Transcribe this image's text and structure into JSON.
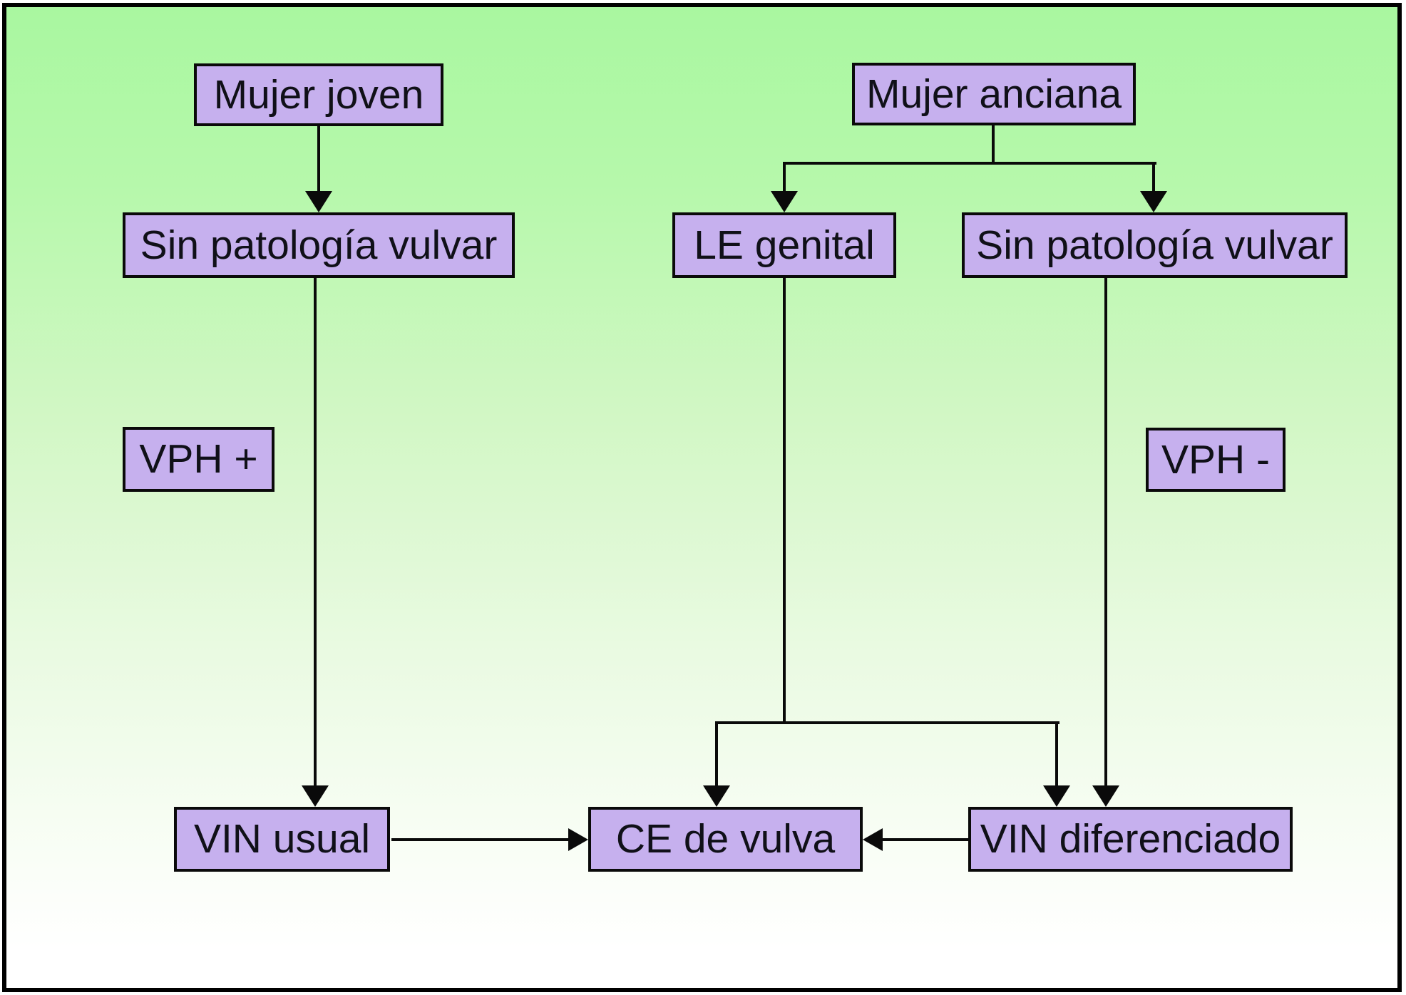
{
  "diagram": {
    "nodes": {
      "mujer_joven": {
        "label": "Mujer joven"
      },
      "mujer_anciana": {
        "label": "Mujer anciana"
      },
      "sin_patologia_joven": {
        "label": "Sin patología vulvar"
      },
      "le_genital": {
        "label": "LE genital"
      },
      "sin_patologia_anciana": {
        "label": "Sin patología vulvar"
      },
      "vph_positivo": {
        "label": "VPH +"
      },
      "vph_negativo": {
        "label": "VPH -"
      },
      "vin_usual": {
        "label": "VIN usual"
      },
      "ce_vulva": {
        "label": "CE de vulva"
      },
      "vin_diferenciado": {
        "label": "VIN diferenciado"
      }
    },
    "edges": [
      {
        "from": "mujer_joven",
        "to": "sin_patologia_joven"
      },
      {
        "from": "mujer_anciana",
        "to": "le_genital"
      },
      {
        "from": "mujer_anciana",
        "to": "sin_patologia_anciana"
      },
      {
        "from": "sin_patologia_joven",
        "to": "vin_usual",
        "annotation": "vph_positivo"
      },
      {
        "from": "le_genital",
        "to": "ce_vulva"
      },
      {
        "from": "le_genital",
        "to": "vin_diferenciado"
      },
      {
        "from": "sin_patologia_anciana",
        "to": "vin_diferenciado",
        "annotation": "vph_negativo"
      },
      {
        "from": "vin_usual",
        "to": "ce_vulva"
      },
      {
        "from": "vin_diferenciado",
        "to": "ce_vulva"
      }
    ],
    "colors": {
      "bg_top": "#a9f7a0",
      "bg_bottom": "#ffffff",
      "node_fill": "#c6b0ee",
      "node_border": "#0a0a0a",
      "line": "#0a0a0a",
      "text": "#101018",
      "frame": "#000000"
    }
  }
}
